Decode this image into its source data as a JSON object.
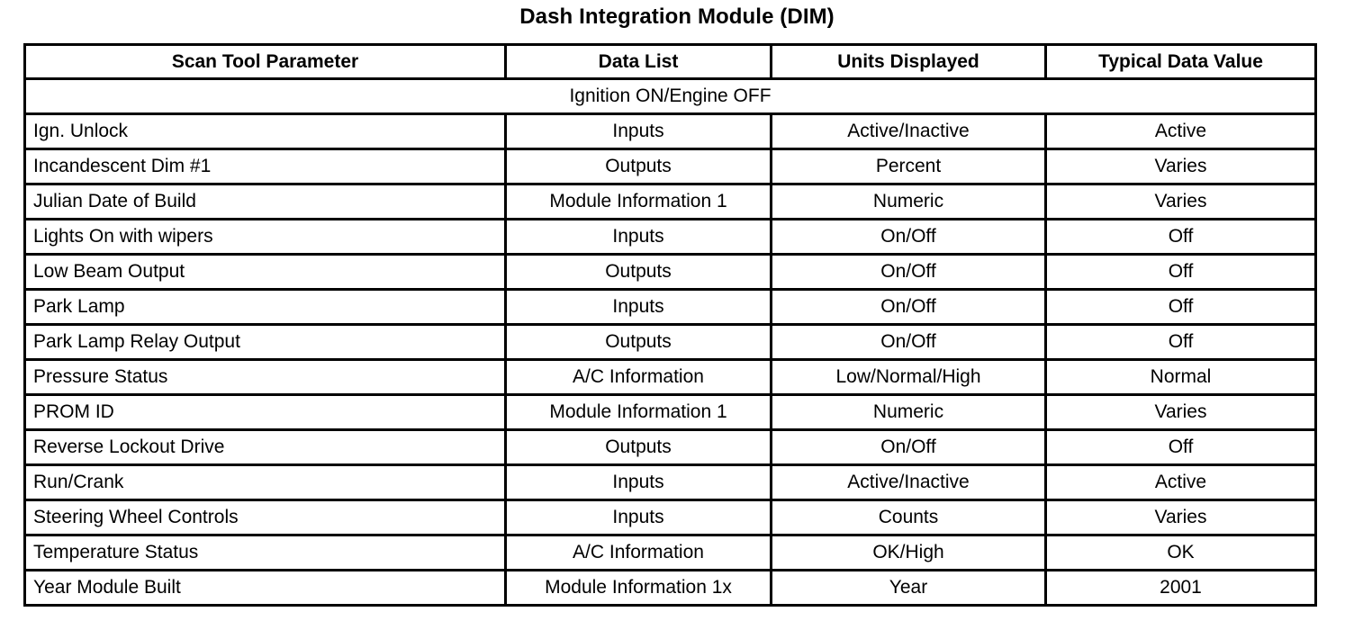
{
  "document": {
    "title": "Dash Integration Module (DIM)"
  },
  "table": {
    "columns": [
      {
        "key": "parameter",
        "label": "Scan Tool Parameter"
      },
      {
        "key": "data_list",
        "label": "Data List"
      },
      {
        "key": "units",
        "label": "Units Displayed"
      },
      {
        "key": "typical",
        "label": "Typical Data Value"
      }
    ],
    "section_header": "Ignition ON/Engine OFF",
    "rows": [
      {
        "parameter": "Ign. Unlock",
        "data_list": "Inputs",
        "units": "Active/Inactive",
        "typical": "Active"
      },
      {
        "parameter": "Incandescent Dim #1",
        "data_list": "Outputs",
        "units": "Percent",
        "typical": "Varies"
      },
      {
        "parameter": "Julian Date of Build",
        "data_list": "Module Information 1",
        "units": "Numeric",
        "typical": "Varies"
      },
      {
        "parameter": "Lights On with wipers",
        "data_list": "Inputs",
        "units": "On/Off",
        "typical": "Off"
      },
      {
        "parameter": "Low Beam Output",
        "data_list": "Outputs",
        "units": "On/Off",
        "typical": "Off"
      },
      {
        "parameter": "Park Lamp",
        "data_list": "Inputs",
        "units": "On/Off",
        "typical": "Off"
      },
      {
        "parameter": "Park Lamp Relay Output",
        "data_list": "Outputs",
        "units": "On/Off",
        "typical": "Off"
      },
      {
        "parameter": "Pressure Status",
        "data_list": "A/C Information",
        "units": "Low/Normal/High",
        "typical": "Normal"
      },
      {
        "parameter": "PROM ID",
        "data_list": "Module Information 1",
        "units": "Numeric",
        "typical": "Varies"
      },
      {
        "parameter": "Reverse Lockout Drive",
        "data_list": "Outputs",
        "units": "On/Off",
        "typical": "Off"
      },
      {
        "parameter": "Run/Crank",
        "data_list": "Inputs",
        "units": "Active/Inactive",
        "typical": "Active"
      },
      {
        "parameter": "Steering Wheel Controls",
        "data_list": "Inputs",
        "units": "Counts",
        "typical": "Varies"
      },
      {
        "parameter": "Temperature Status",
        "data_list": "A/C Information",
        "units": "OK/High",
        "typical": "OK"
      },
      {
        "parameter": "Year Module Built",
        "data_list": "Module Information 1x",
        "units": "Year",
        "typical": "2001"
      }
    ]
  }
}
